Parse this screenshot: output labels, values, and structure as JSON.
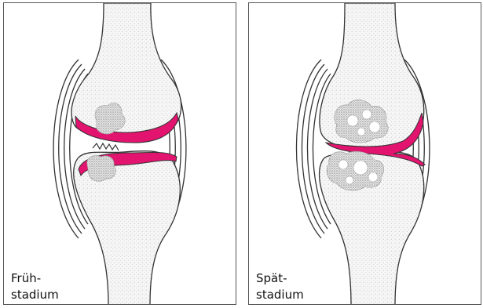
{
  "colors": {
    "cartilage": "#e2146f",
    "bone_fill": "#f4f4f4",
    "outline": "#333333",
    "lesion": "#9a9a9a"
  },
  "panels": [
    {
      "id": "early",
      "label_line1": "Früh-",
      "label_line2": "stadium"
    },
    {
      "id": "late",
      "label_line1": "Spät-",
      "label_line2": "stadium"
    }
  ]
}
